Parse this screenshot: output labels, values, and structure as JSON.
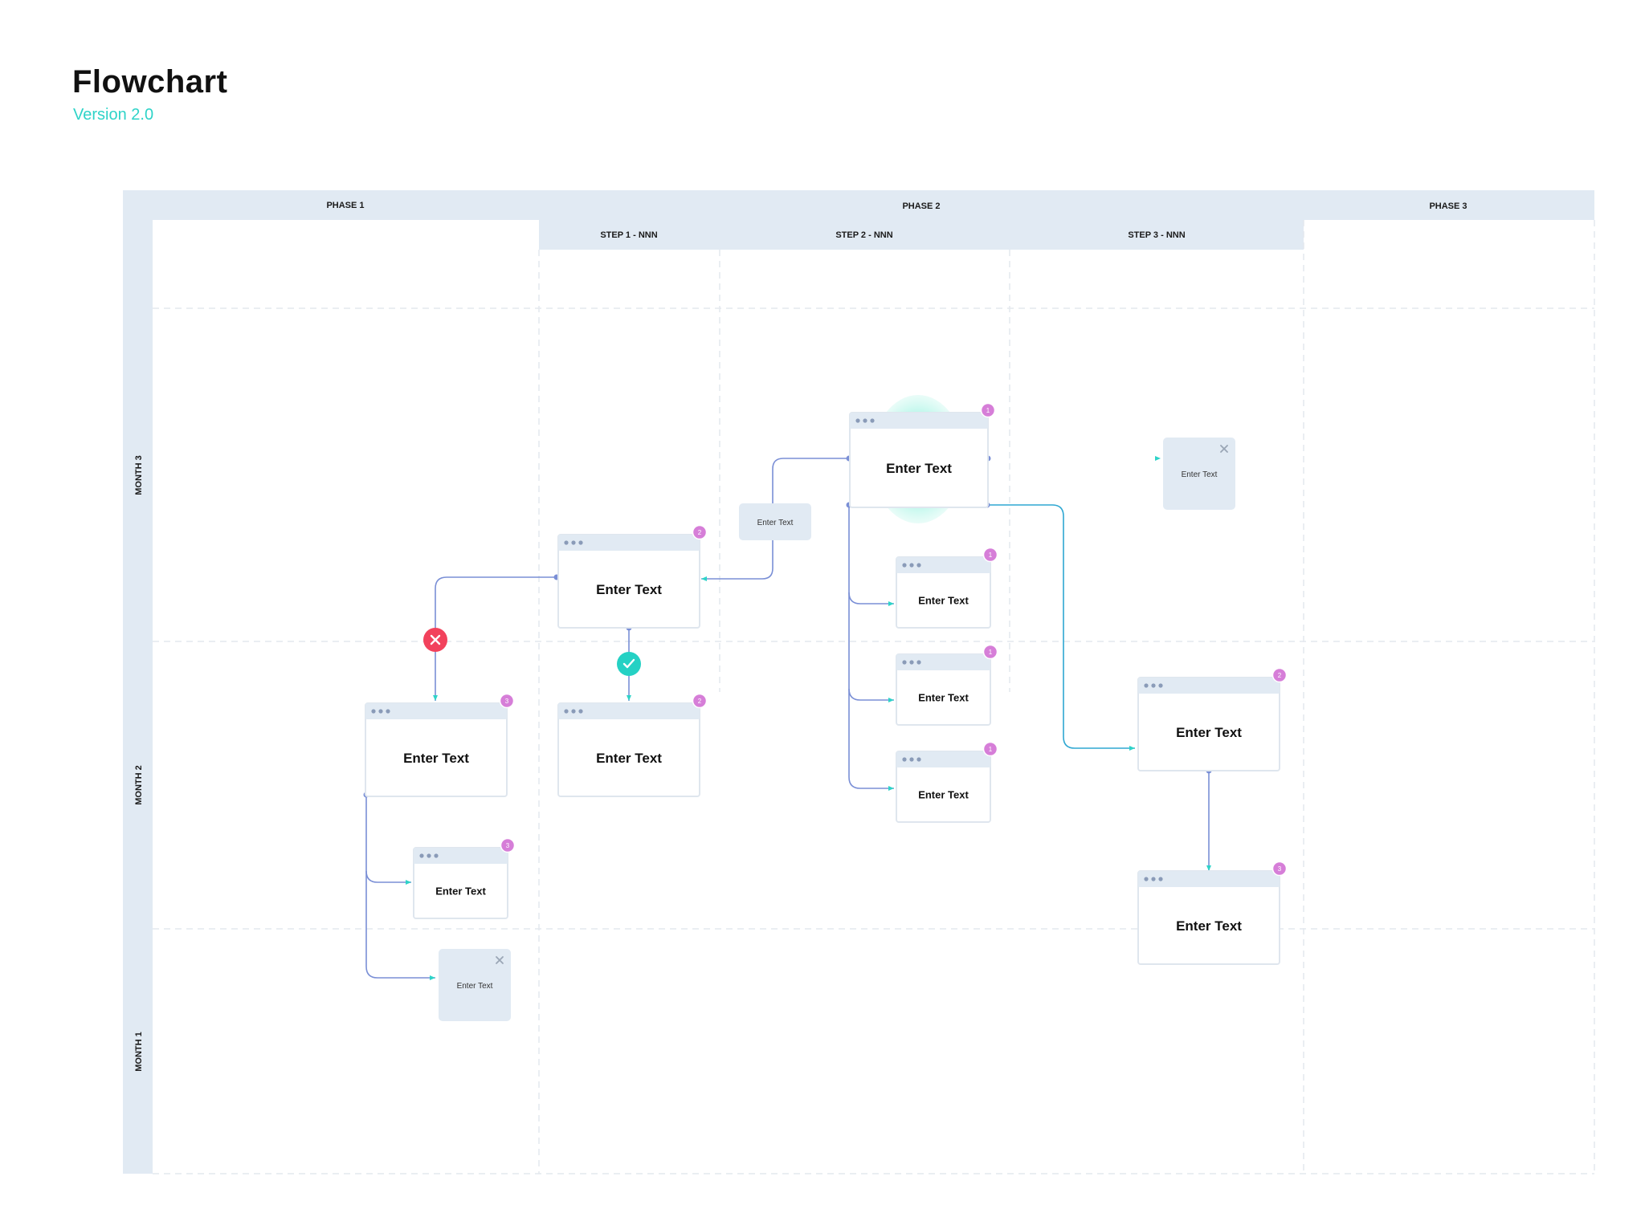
{
  "header": {
    "title": "Flowchart",
    "version": "Version 2.0"
  },
  "phases": [
    "PHASE 1",
    "PHASE 2",
    "PHASE 3"
  ],
  "steps": [
    "STEP 1 - NNN",
    "STEP 2 - NNN",
    "STEP 3 - NNN"
  ],
  "months": [
    "MONTH 3",
    "MONTH 2",
    "MONTH 1"
  ],
  "nodes": {
    "n_main": "Enter Text",
    "n_s1a": "Enter Text",
    "n_s1b": "Enter Text",
    "n_p1": "Enter Text",
    "n_p1small": "Enter Text",
    "n_s2a": "Enter Text",
    "n_s2b": "Enter Text",
    "n_s2c": "Enter Text",
    "n_s3a": "Enter Text",
    "n_s3b": "Enter Text"
  },
  "notes": {
    "note_connector": "Enter Text",
    "note_right": "Enter Text",
    "note_p1": "Enter Text"
  },
  "badges": {
    "n_main": "1",
    "n_s1a": "2",
    "n_s1b": "2",
    "n_p1": "3",
    "n_p1small": "3",
    "n_s2a": "1",
    "n_s2b": "1",
    "n_s2c": "1",
    "n_s3a": "2",
    "n_s3b": "3"
  },
  "colors": {
    "lane": "#e1eaf3",
    "teal": "#2ed3c8",
    "blue_line": "#7a8fd6",
    "badge": "#d67ed8",
    "reject": "#f2425c",
    "accept": "#25d1c4"
  }
}
